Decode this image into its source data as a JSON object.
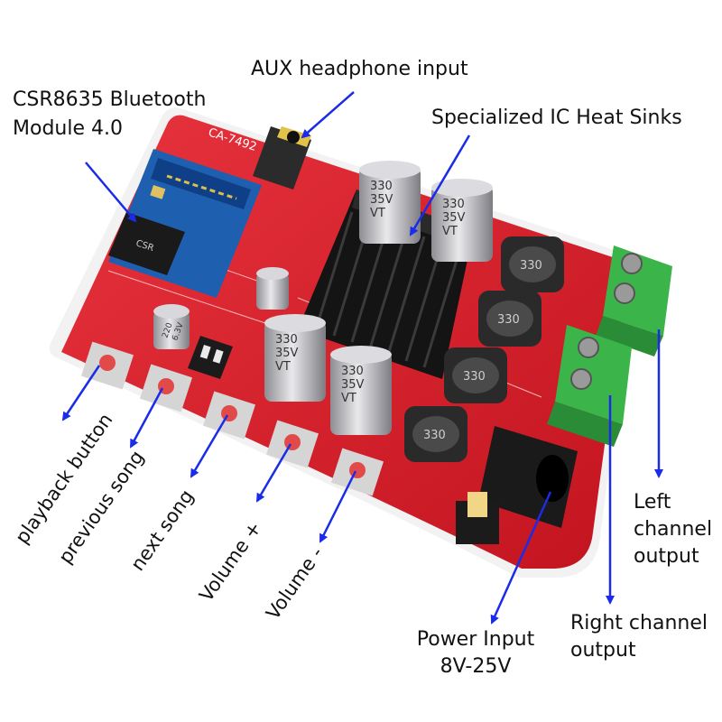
{
  "colors": {
    "pcb": "#d61f2c",
    "pcb_edge": "#f0f0f0",
    "bluetooth_module": "#1f5fb0",
    "heatsink": "#141414",
    "capacitor": "#c9c9cc",
    "inductor": "#2a2a2a",
    "terminal": "#3bb54a",
    "arrow": "#1a2ce8",
    "button_cap": "#e24a4a"
  },
  "labels": {
    "aux": "AUX headphone input",
    "bt_line1": "CSR8635 Bluetooth",
    "bt_line2": "Module 4.0",
    "heatsink": "Specialized IC Heat Sinks",
    "playback": "playback button",
    "previous": "previous song",
    "next": "next song",
    "vol_up": "Volume +",
    "vol_down": "Volume -",
    "power_line1": "Power Input",
    "power_line2": "8V-25V",
    "right_line1": "Right channel",
    "right_line2": "output",
    "left_line1": "Left",
    "left_line2": "channel",
    "left_line3": "output"
  },
  "board": {
    "model": "CA-7492",
    "bt_chip_text": "CSR",
    "cap_text_line1": "330",
    "cap_text_line2": "35V",
    "cap_text_line3": "VT",
    "inductor_text": "330",
    "small_cap_text": "220",
    "small_cap_volt": "6.3V"
  }
}
